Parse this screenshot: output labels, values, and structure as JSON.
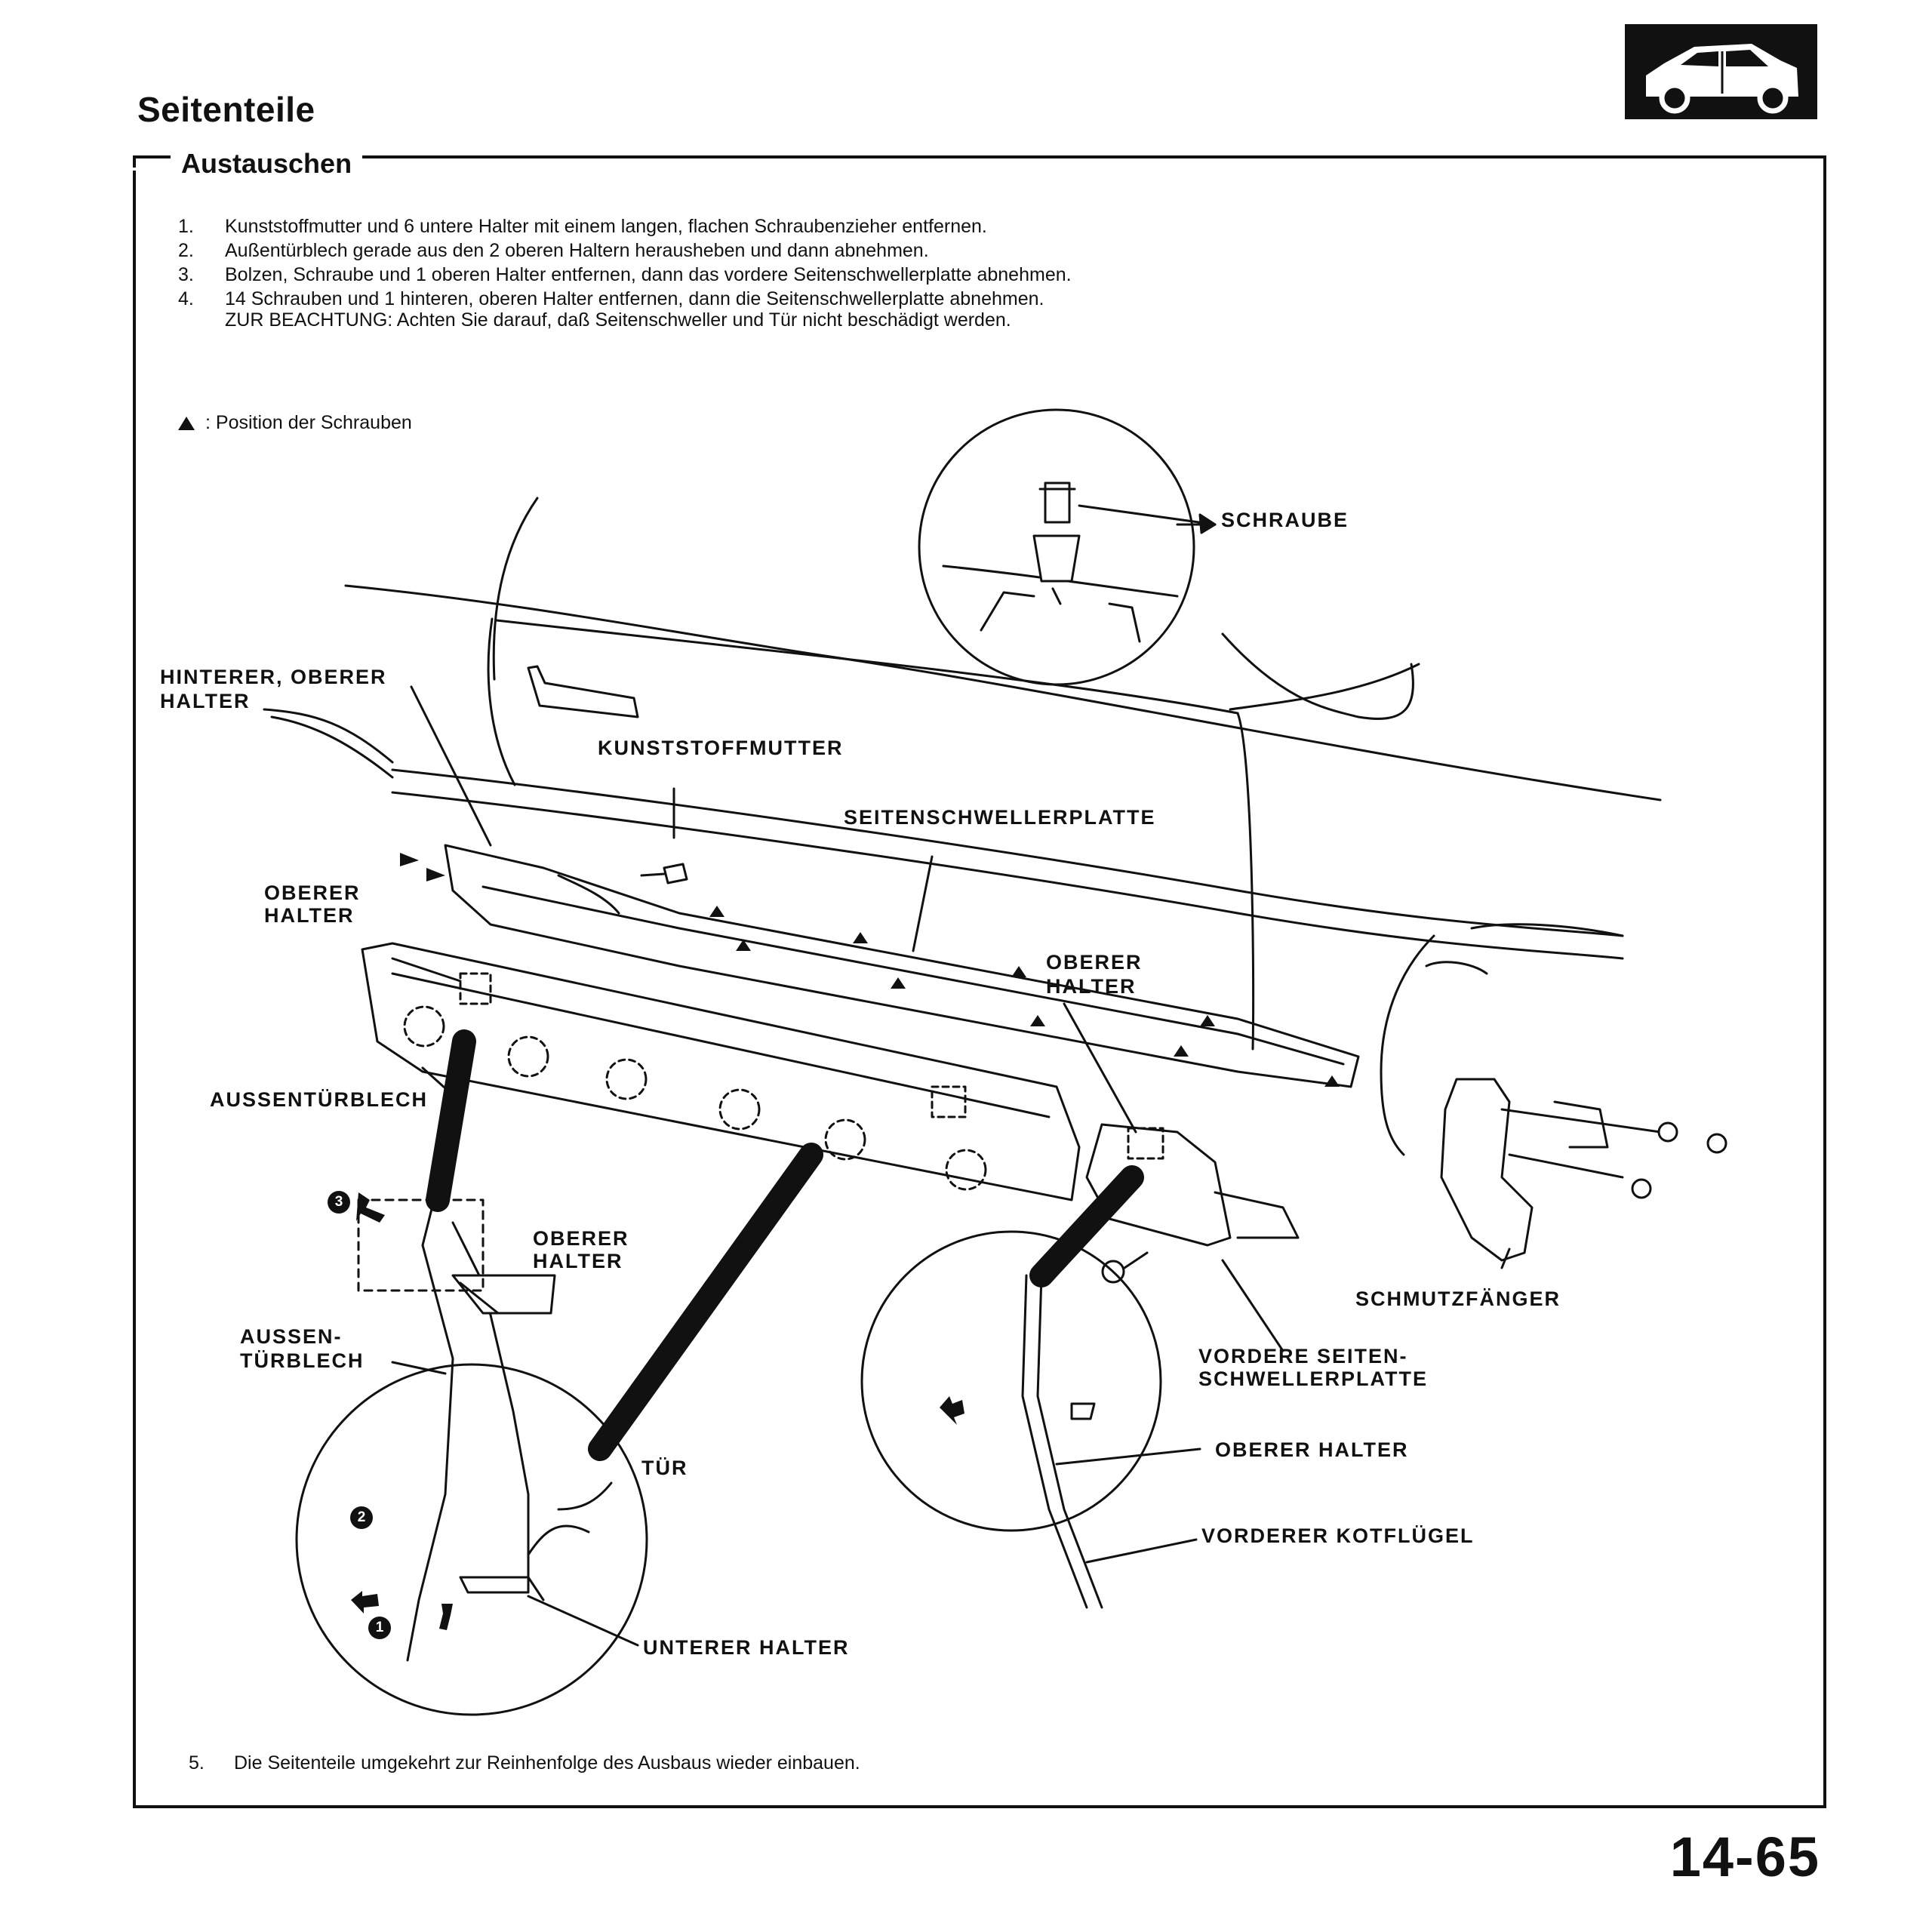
{
  "header": {
    "title": "Seitenteile",
    "icon": "car-side-icon"
  },
  "section": {
    "title": "Austauschen",
    "steps": [
      {
        "num": "1.",
        "text": "Kunststoffmutter und 6 untere Halter mit einem langen, flachen Schraubenzieher entfernen."
      },
      {
        "num": "2.",
        "text": "Außentürblech gerade aus den 2 oberen Haltern herausheben und dann abnehmen."
      },
      {
        "num": "3.",
        "text": "Bolzen, Schraube und 1 oberen Halter entfernen, dann das vordere Seitenschwellerplatte abnehmen."
      },
      {
        "num": "4.",
        "text": "14 Schrauben und 1 hinteren, oberen Halter entfernen, dann die Seitenschwellerplatte abnehmen."
      }
    ],
    "note": "ZUR BEACHTUNG: Achten Sie darauf, daß Seitenschweller und Tür nicht beschädigt werden.",
    "legend": ": Position der Schrauben",
    "step5": {
      "num": "5.",
      "text": "Die Seitenteile umgekehrt zur Reinhenfolge des Ausbaus wieder einbauen."
    }
  },
  "diagram_labels": {
    "schraube": "SCHRAUBE",
    "hinterer_oberer_halter_1": "HINTERER, OBERER",
    "hinterer_oberer_halter_2": "HALTER",
    "kunststoffmutter": "KUNSTSTOFFMUTTER",
    "seitenschwellerplatte": "SEITENSCHWELLERPLATTE",
    "oberer_halter_left_1": "OBERER",
    "oberer_halter_left_2": "HALTER",
    "oberer_halter_mid_1": "OBERER",
    "oberer_halter_mid_2": "HALTER",
    "aussenturblech": "AUSSENTÜRBLECH",
    "oberer_halter_detail_1": "OBERER",
    "oberer_halter_detail_2": "HALTER",
    "aussen_turblech_1": "AUSSEN-",
    "aussen_turblech_2": "TÜRBLECH",
    "tur": "TÜR",
    "unterer_halter": "UNTERER HALTER",
    "schmutzfanger": "SCHMUTZFÄNGER",
    "vordere_seiten_1": "VORDERE SEITEN-",
    "vordere_seiten_2": "SCHWELLERPLATTE",
    "oberer_halter_right": "OBERER HALTER",
    "vorderer_kotflugel": "VORDERER KOTFLÜGEL",
    "callout_1": "1",
    "callout_2": "2",
    "callout_3": "3"
  },
  "footer": {
    "page_number": "14-65"
  }
}
